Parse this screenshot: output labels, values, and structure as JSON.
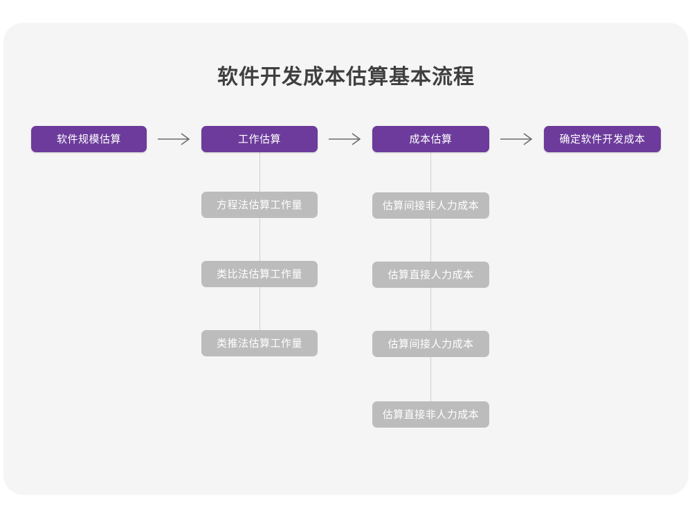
{
  "diagram": {
    "title": "软件开发成本估算基本流程",
    "theme": {
      "page_background": "#ffffff",
      "card_background": "#f5f5f5",
      "primary_node_color": "#6c3b9b",
      "secondary_node_color": "#bcbcbc",
      "node_text_color": "#ffffff",
      "title_color": "#3f3f3f",
      "connector_color": "#cfcfcf",
      "arrow_color": "#6b6b6b"
    },
    "stages": [
      {
        "id": "stage-1",
        "label": "软件规模估算",
        "children": []
      },
      {
        "id": "stage-2",
        "label": "工作估算",
        "children": [
          {
            "id": "stage-2-sub-1",
            "label": "方程法估算工作量"
          },
          {
            "id": "stage-2-sub-2",
            "label": "类比法估算工作量"
          },
          {
            "id": "stage-2-sub-3",
            "label": "类推法估算工作量"
          }
        ]
      },
      {
        "id": "stage-3",
        "label": "成本估算",
        "children": [
          {
            "id": "stage-3-sub-1",
            "label": "估算间接非人力成本"
          },
          {
            "id": "stage-3-sub-2",
            "label": "估算直接人力成本"
          },
          {
            "id": "stage-3-sub-3",
            "label": "估算间接人力成本"
          },
          {
            "id": "stage-3-sub-4",
            "label": "估算直接非人力成本"
          }
        ]
      },
      {
        "id": "stage-4",
        "label": "确定软件开发成本",
        "children": []
      }
    ],
    "connectors": [
      {
        "id": "arrow-1",
        "from": "stage-1",
        "to": "stage-2",
        "glyph": "right-arrow"
      },
      {
        "id": "arrow-2",
        "from": "stage-2",
        "to": "stage-3",
        "glyph": "right-arrow"
      },
      {
        "id": "arrow-3",
        "from": "stage-3",
        "to": "stage-4",
        "glyph": "right-arrow"
      }
    ]
  }
}
